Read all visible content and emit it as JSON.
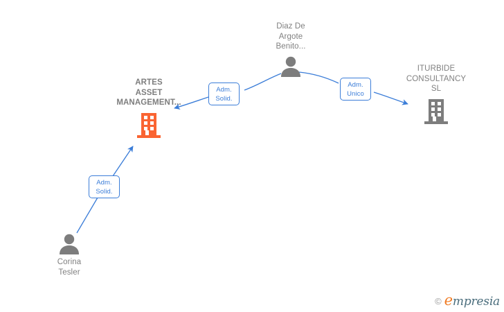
{
  "diagram": {
    "type": "corporate-relationship-graph",
    "background_color": "#ffffff",
    "edge_color": "#3b7dd8",
    "company_highlight_color": "#fa6432",
    "company_color": "#808080",
    "person_color": "#808080",
    "nodes": [
      {
        "id": "artes",
        "label": "ARTES\nASSET\nMANAGEMENT...",
        "icon": "building-icon",
        "kind": "company",
        "highlighted": true
      },
      {
        "id": "diaz",
        "label": "Diaz De\nArgote\nBenito...",
        "icon": "person-icon",
        "kind": "person",
        "highlighted": false
      },
      {
        "id": "iturbide",
        "label": "ITURBIDE\nCONSULTANCY\nSL",
        "icon": "building-icon",
        "kind": "company",
        "highlighted": false
      },
      {
        "id": "corina",
        "label": "Corina\nTesler",
        "icon": "person-icon",
        "kind": "person",
        "highlighted": false
      }
    ],
    "edges": [
      {
        "id": "diaz-artes",
        "from": "diaz",
        "to": "artes",
        "label": "Adm.\nSolid."
      },
      {
        "id": "diaz-iturbide",
        "from": "diaz",
        "to": "iturbide",
        "label": "Adm.\nUnico"
      },
      {
        "id": "corina-artes",
        "from": "corina",
        "to": "artes",
        "label": "Adm.\nSolid."
      }
    ]
  },
  "watermark": {
    "copyright": "©",
    "brand_lead": "e",
    "brand_rest": "mpresia"
  }
}
